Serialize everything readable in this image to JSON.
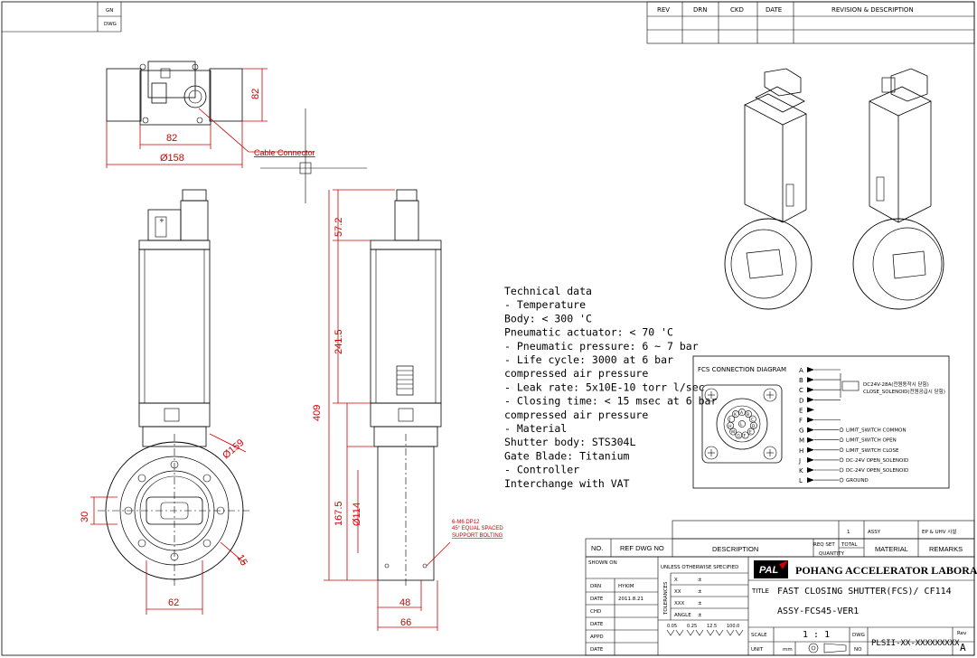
{
  "corner": {
    "cell1": "GN",
    "cell2": "DWG"
  },
  "revision_block": {
    "rev": "REV",
    "drn": "DRN",
    "ckd": "CKD",
    "date": "DATE",
    "desc": "REVISION & DESCRIPTION"
  },
  "dimensions": {
    "top_82_h": "82",
    "top_82_v": "82",
    "top_dia158": "Ø158",
    "cable_connector": "Cable Connector",
    "front_57_2": "57.2",
    "front_241_5": "241.5",
    "front_409": "409",
    "front_167_5": "167.5",
    "front_dia114": "Ø114",
    "front_dia159": "Ø159",
    "front_30": "30",
    "front_62": "62",
    "front_15": "15",
    "side_48": "48",
    "side_66": "66",
    "bolting_note_1": "6-M6 DP12",
    "bolting_note_2": "45° EQUAL SPACED",
    "bolting_note_3": "SUPPORT BOLTING"
  },
  "technical_data": [
    "Technical data",
    "- Temperature",
    "  Body: < 300 'C",
    "  Pneumatic actuator: < 70 'C",
    "- Pneumatic pressure: 6 ~ 7 bar",
    "- Life cycle: 3000 at 6 bar",
    "  compressed air pressure",
    "- Leak rate: 5x10E-10 torr l/sec",
    "- Closing time: < 15 msec at 6 bar",
    "  compressed air pressure",
    "- Material",
    "  Shutter body: STS304L",
    "  Gate Blade: Titanium",
    "- Controller",
    "  Interchange with VAT"
  ],
  "connection_diagram": {
    "title": "FCS CONNECTION DIAGRAM",
    "pins": [
      "A",
      "B",
      "C",
      "D",
      "E",
      "F",
      "G",
      "M",
      "H",
      "J",
      "K",
      "L"
    ],
    "coil_label_1": "DC24V-28A(전원동작시 닫힘)",
    "coil_label_2": "CLOSE_SOLENOID(전원공급시 닫힘)",
    "signals": [
      "LIMIT_SWITCH COMMON",
      "LIMIT_SWITCH OPEN",
      "LIMIT_SWITCH CLOSE",
      "DC-24V OPEN_SOLENOID",
      "DC-24V OPEN_SOLENOID",
      "GROUND"
    ]
  },
  "parts_list": {
    "qty": "1",
    "assy": "ASSY",
    "ref": "EP & UHV 시설",
    "no": "NO.",
    "ref_dwg": "REF DWG NO",
    "description": "DESCRIPTION",
    "req_set": "REQ SET",
    "total": "TOTAL",
    "quantity": "QUANTITY",
    "material": "MATERIAL",
    "remarks": "REMARKS"
  },
  "title_block": {
    "shown_on": "SHOWN ON",
    "unless": "UNLESS OTHERWISE SPECIFIED",
    "rows": [
      "DRN",
      "DATE",
      "CHD",
      "DATE",
      "APPD",
      "DATE"
    ],
    "drn_name": "HYKIM",
    "drn_date": "2011.8.21",
    "tolerances": "TOLERANCES",
    "tol_rows": [
      "X",
      "XX",
      "XXX",
      "ANGLE"
    ],
    "finish": [
      "0.05",
      "0.25",
      "12.5",
      "100.0"
    ],
    "logo": "PAL",
    "lab": "POHANG ACCELERATOR LABORATORY",
    "title_label": "TITLE",
    "title": "FAST CLOSING SHUTTER(FCS)/ CF114",
    "subtitle": "ASSY-FCS45-VER1",
    "scale_label": "SCALE",
    "scale": "1 : 1",
    "dwg_label": "DWG",
    "no_label": "NO",
    "dwg_no": "PLSII-XX-XXXXXXXXX",
    "rev_label": "Rev",
    "rev": "A",
    "unit_label": "UNIT",
    "unit": "mm"
  }
}
